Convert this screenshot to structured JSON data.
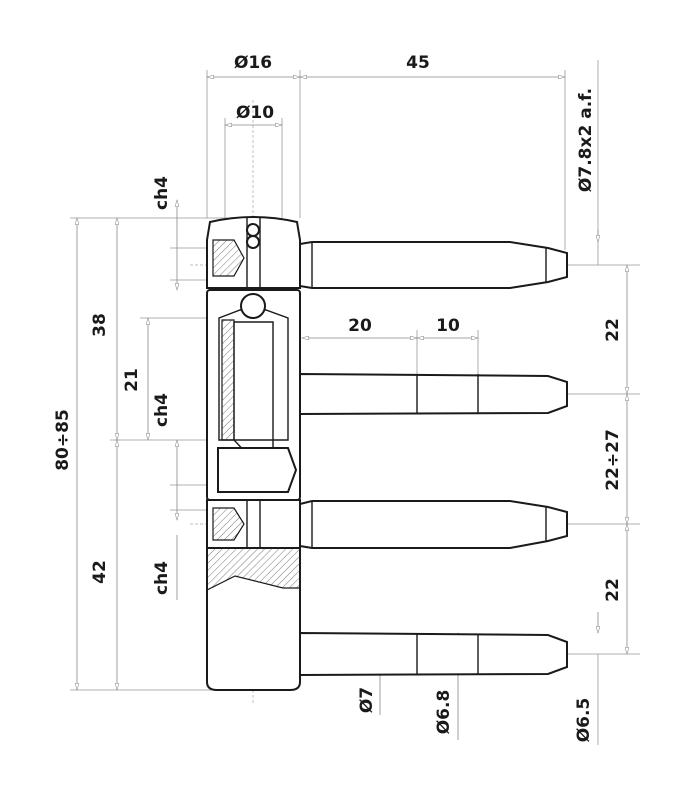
{
  "drawing": {
    "title": "Hinge technical drawing",
    "dimensions": {
      "dia_body": "Ø16",
      "pin_length": "45",
      "dia_inner": "Ø10",
      "hex": "Ø7.8x2 a.f.",
      "upper_height": "38",
      "total_height": "80÷85",
      "mid_height": "21",
      "lower_height": "42",
      "ch4_top": "ch4",
      "ch4_mid": "ch4",
      "ch4_bottom": "ch4",
      "step1": "20",
      "step2": "10",
      "pitch_top": "22",
      "pitch_mid": "22÷27",
      "pitch_bottom": "22",
      "dia_pin_a": "Ø7",
      "dia_pin_b": "Ø6.8",
      "dia_pin_c": "Ø6.5"
    }
  }
}
